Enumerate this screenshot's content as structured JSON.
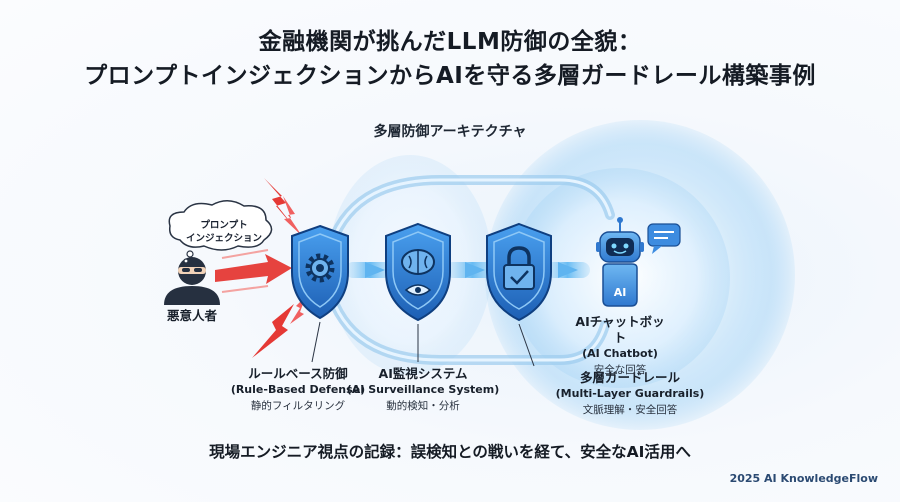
{
  "title": {
    "line1": "金融機関が挑んだLLM防御の全貌：",
    "line2": "プロンプトインジェクションからAIを守る多層ガードレール構築事例"
  },
  "architecture_title": "多層防御アーキテクチャ",
  "attacker": {
    "bubble_line1": "プロンプト",
    "bubble_line2": "インジェクション",
    "label": "悪意人者"
  },
  "layers": [
    {
      "name_jp": "ルールベース防御",
      "name_en": "(Rule-Based Defense)",
      "desc": "静的フィルタリング",
      "icon": "gear-icon"
    },
    {
      "name_jp": "AI監視システム",
      "name_en": "(AI Surveillance System)",
      "desc": "動的検知・分析",
      "icon": "brain-eye-icon"
    },
    {
      "name_jp": "多層ガードレール",
      "name_en": "(Multi-Layer Guardrails)",
      "desc": "文脈理解・安全回答",
      "icon": "lock-icon"
    }
  ],
  "chatbot": {
    "name_jp": "AIチャットボット",
    "name_en": "(AI Chatbot)",
    "desc": "安全な回答",
    "badge": "AI"
  },
  "bottom_text": "現場エンジニア視点の記録：誤検知との戦いを経て、安全なAI活用へ",
  "credit": "2025 AI KnowledgeFlow",
  "colors": {
    "shield_blue": "#2f7fd6",
    "threat_red": "#e53935",
    "glow": "#9fd3f5"
  }
}
